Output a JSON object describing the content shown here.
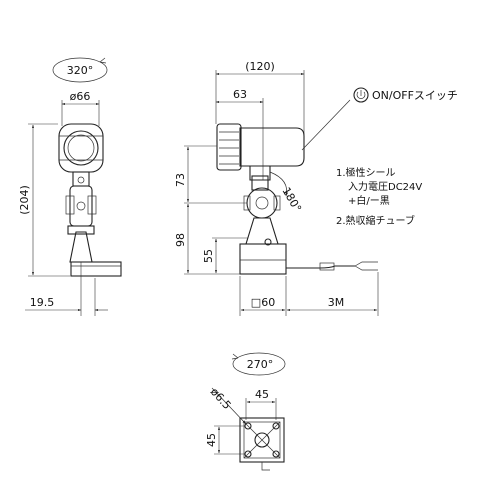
{
  "diagram": {
    "front_view": {
      "rotation_label": "320°",
      "head_diameter": "ø66",
      "height_label": "(204)",
      "base_offset": "19.5"
    },
    "side_view": {
      "length_label": "(120)",
      "head_length": "63",
      "height_upper": "73",
      "height_lower": "98",
      "base_height": "55",
      "tilt_angle": "180°",
      "base_width": "□60",
      "cable_length": "3M"
    },
    "switch_label": "ON/OFFスイッチ",
    "notes": [
      "1.極性シール",
      "入力電圧DC24V",
      "+白/ー黒",
      "2.熱収縮チューブ"
    ],
    "base_view": {
      "rotation_label": "270°",
      "hole_diameter": "ø6.5",
      "pitch_horizontal": "45",
      "pitch_vertical": "45"
    }
  }
}
